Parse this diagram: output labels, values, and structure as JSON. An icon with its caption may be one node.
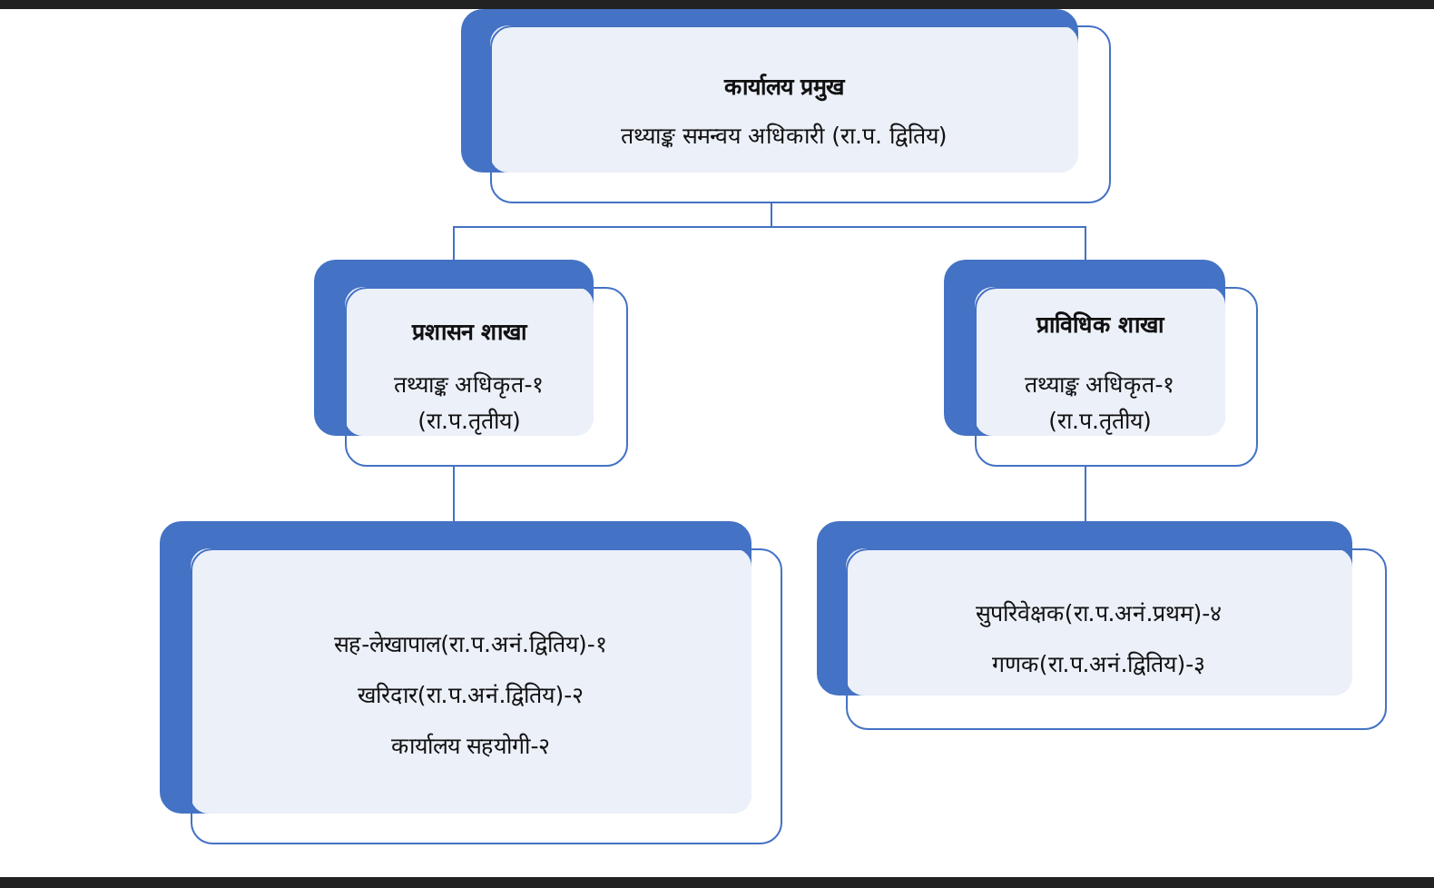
{
  "diagram": {
    "nodes": [
      {
        "text": [
          "कार्यालय प्रमुख",
          "तथ्याङ्क समन्वय अधिकारी (रा.प. द्वितिय)"
        ]
      },
      {
        "text": [
          "प्रशासन शाखा",
          "तथ्याङ्क अधिकृत-१ (रा.प.तृतीय)"
        ]
      },
      {
        "text": [
          "प्राविधिक शाखा",
          "तथ्याङ्क अधिकृत-१ (रा.प.तृतीय)"
        ]
      },
      {
        "text": [
          "सह-लेखापाल(रा.प.अनं.द्वितिय)-१",
          "खरिदार(रा.प.अनं.द्वितिय)-२",
          "कार्यालय सहयोगी-२"
        ]
      },
      {
        "text": [
          "सुपरिवेक्षक(रा.प.अनं.प्रथम)-४",
          "गणक(रा.प.अनं.द्वितिय)-३"
        ]
      }
    ],
    "edges": [
      {
        "from": 0,
        "to": 1,
        "arrow": "none"
      },
      {
        "from": 0,
        "to": 2,
        "arrow": "none"
      },
      {
        "from": 1,
        "to": 3,
        "arrow": "none"
      },
      {
        "from": 2,
        "to": 4,
        "arrow": "none"
      }
    ]
  }
}
